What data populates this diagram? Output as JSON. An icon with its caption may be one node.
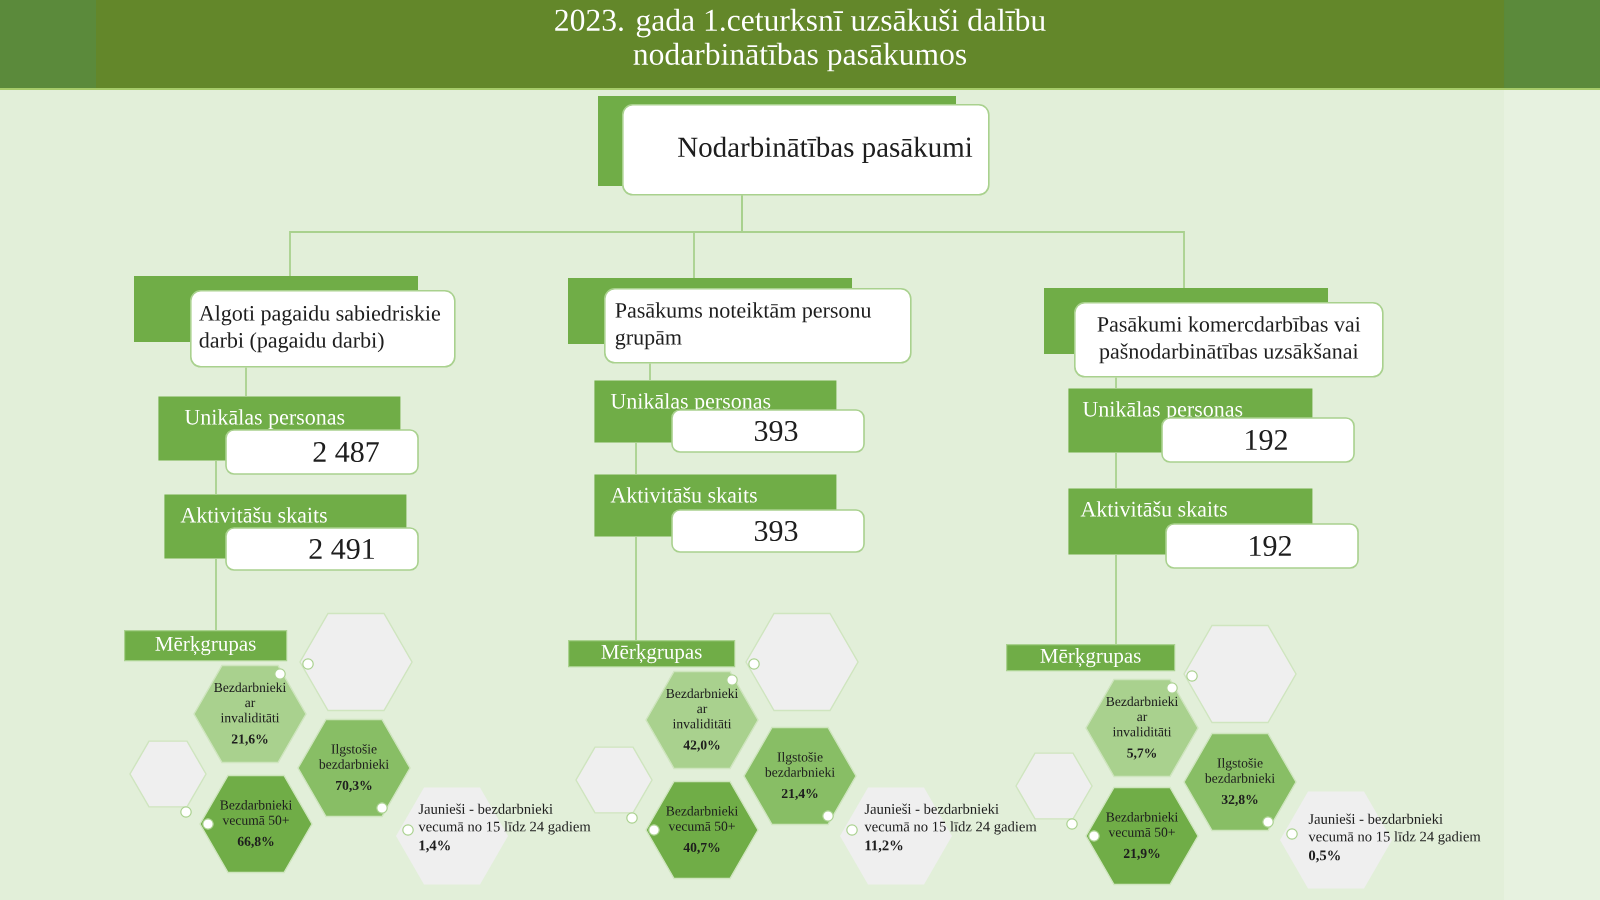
{
  "diagram": {
    "title": "2023. gada 1.ceturksnī uzsākuši dalību nodarbinātības pasākumos",
    "nodes": [
      {
        "text": [
          "Nodarbinātības pasākumi"
        ]
      },
      {
        "text": [
          "Algoti pagaidu sabiedriskie darbi (pagaidu darbi)"
        ]
      },
      {
        "text": [
          "Pasākums noteiktām personu grupām"
        ]
      },
      {
        "text": [
          "Pasākumi komercdarbības vai pašnodarbinātības uzsākšanai"
        ]
      },
      {
        "text": [
          "Unikālas personas",
          "2 487"
        ]
      },
      {
        "text": [
          "Aktivitāšu skaits",
          "2 491"
        ]
      },
      {
        "text": [
          "Mērķgrupas"
        ]
      },
      {
        "text": [],
        "shape": "hexagon"
      },
      {
        "text": [
          "Bezdarbnieki ar invaliditāti",
          "21,6%"
        ]
      },
      {
        "text": [
          "Ilgstošie bezdarbnieki",
          "70,3%"
        ]
      },
      {
        "text": [],
        "shape": "hexagon"
      },
      {
        "text": [
          "Bezdarbnieki vecumā 50+",
          "66,8%"
        ]
      },
      {
        "text": [
          "Jaunieši - bezdarbnieki vecumā no 15 līdz 24 gadiem",
          "1,4%"
        ]
      },
      {
        "text": [
          "Unikālas personas",
          "393"
        ]
      },
      {
        "text": [
          "Aktivitāšu skaits",
          "393"
        ]
      },
      {
        "text": [
          "Mērķgrupas"
        ]
      },
      {
        "text": [],
        "shape": "hexagon"
      },
      {
        "text": [
          "Bezdarbnieki ar invaliditāti",
          "42,0%"
        ]
      },
      {
        "text": [
          "Ilgstošie bezdarbnieki",
          "21,4%"
        ]
      },
      {
        "text": [],
        "shape": "hexagon"
      },
      {
        "text": [
          "Bezdarbnieki vecumā 50+",
          "40,7%"
        ]
      },
      {
        "text": [
          "Jaunieši - bezdarbnieki vecumā no 15 līdz 24 gadiem",
          "11,2%"
        ]
      },
      {
        "text": [
          "Unikālas personas",
          "192"
        ]
      },
      {
        "text": [
          "Aktivitāšu skaits",
          "192"
        ]
      },
      {
        "text": [
          "Mērķgrupas"
        ]
      },
      {
        "text": [],
        "shape": "hexagon"
      },
      {
        "text": [
          "Bezdarbnieki ar invaliditāti",
          "5,7%"
        ]
      },
      {
        "text": [
          "Ilgstošie bezdarbnieki",
          "32,8%"
        ]
      },
      {
        "text": [],
        "shape": "hexagon"
      },
      {
        "text": [
          "Bezdarbnieki vecumā 50+",
          "21,9%"
        ]
      },
      {
        "text": [
          "Jaunieši - bezdarbnieki vecumā no 15 līdz 24 gadiem",
          "0,5%"
        ]
      }
    ],
    "edges": [
      {
        "from": 0,
        "to": 1,
        "arrow": "none"
      },
      {
        "from": 0,
        "to": 2,
        "arrow": "none"
      },
      {
        "from": 0,
        "to": 3,
        "arrow": "none"
      },
      {
        "from": 1,
        "to": 4,
        "arrow": "none"
      },
      {
        "from": 4,
        "to": 5,
        "arrow": "none"
      },
      {
        "from": 5,
        "to": 6,
        "arrow": "none"
      },
      {
        "from": 2,
        "to": 13,
        "arrow": "none"
      },
      {
        "from": 13,
        "to": 14,
        "arrow": "none"
      },
      {
        "from": 14,
        "to": 15,
        "arrow": "none"
      },
      {
        "from": 3,
        "to": 22,
        "arrow": "none"
      },
      {
        "from": 22,
        "to": 23,
        "arrow": "none"
      },
      {
        "from": 23,
        "to": 24,
        "arrow": "none"
      }
    ]
  }
}
